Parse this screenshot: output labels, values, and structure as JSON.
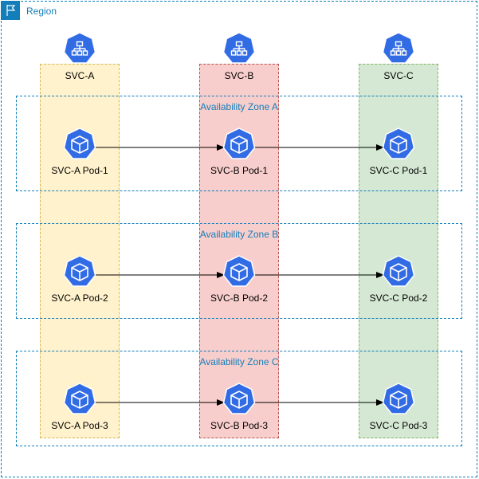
{
  "region": {
    "label": "Region"
  },
  "colors": {
    "aws_blue": "#147eba",
    "k8s_blue": "#326ce5",
    "svc_a_fill": "#fff2cc",
    "svc_b_fill": "#f8cecc",
    "svc_c_fill": "#d5e8d4"
  },
  "services": [
    {
      "label": "SVC-A",
      "icon": "kubernetes-service-icon"
    },
    {
      "label": "SVC-B",
      "icon": "kubernetes-service-icon"
    },
    {
      "label": "SVC-C",
      "icon": "kubernetes-service-icon"
    }
  ],
  "zones": [
    {
      "label": "Availability Zone A",
      "pods": [
        "SVC-A Pod-1",
        "SVC-B Pod-1",
        "SVC-C Pod-1"
      ]
    },
    {
      "label": "Availability Zone B",
      "pods": [
        "SVC-A Pod-2",
        "SVC-B Pod-2",
        "SVC-C Pod-2"
      ]
    },
    {
      "label": "Availability Zone C",
      "pods": [
        "SVC-A Pod-3",
        "SVC-B Pod-3",
        "SVC-C Pod-3"
      ]
    }
  ],
  "pod_icon": "kubernetes-pod-icon"
}
